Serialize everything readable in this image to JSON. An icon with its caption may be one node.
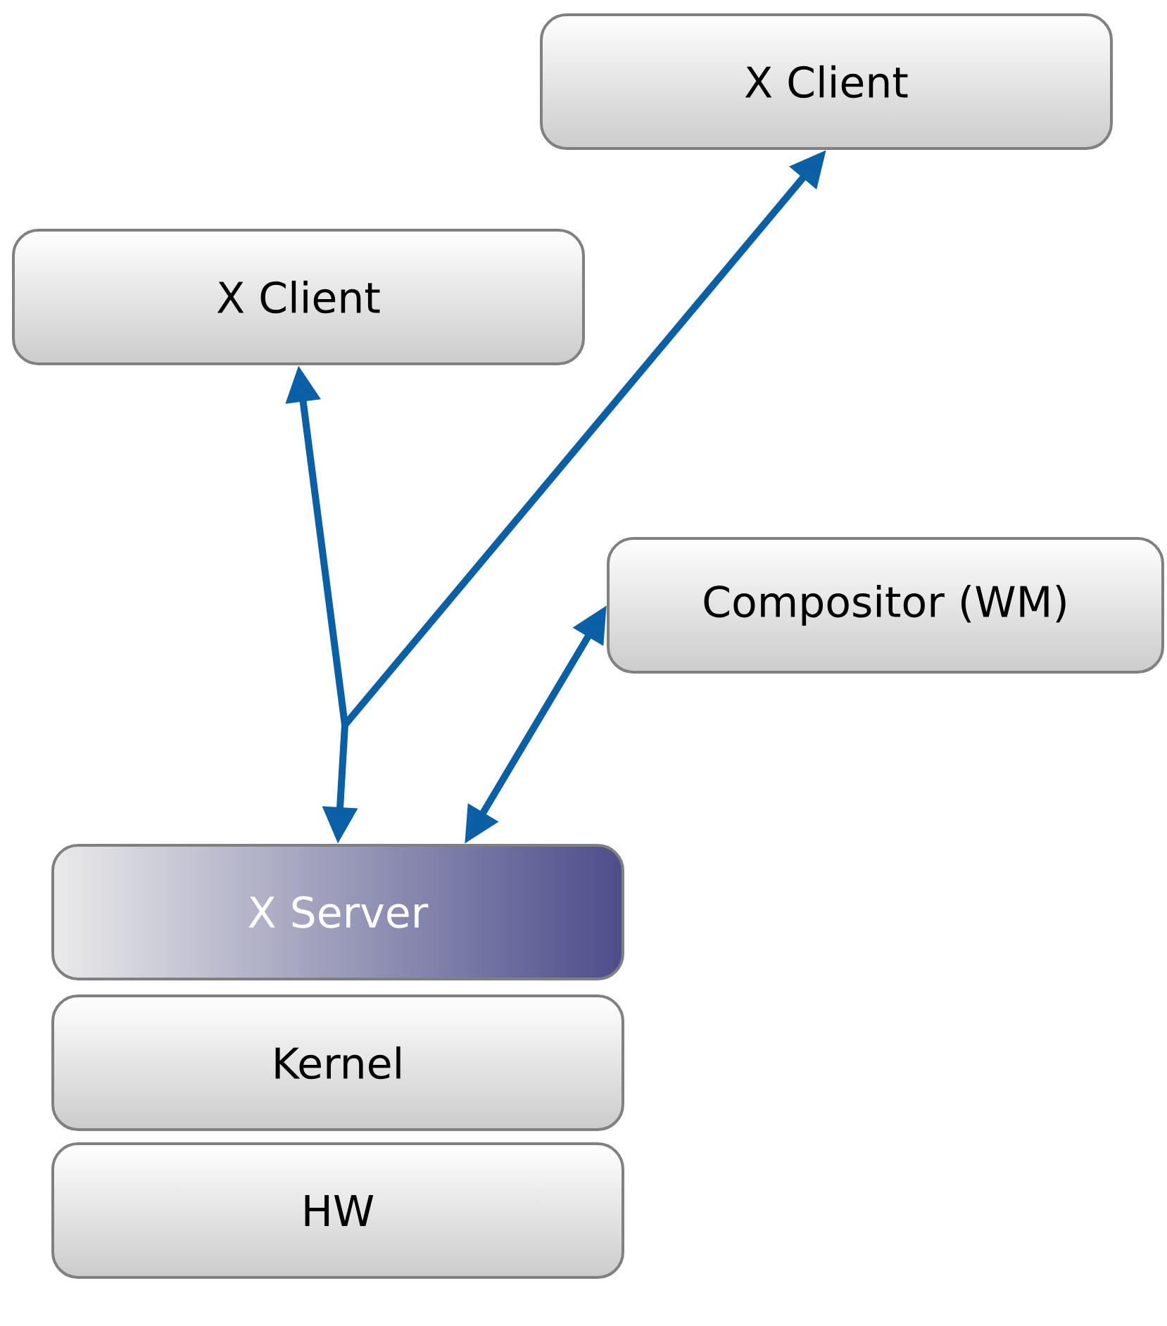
{
  "diagram": {
    "nodes": [
      {
        "text": [
          "X Client"
        ]
      },
      {
        "text": [
          "X Client"
        ]
      },
      {
        "text": [
          "Compositor (WM)"
        ]
      },
      {
        "text": [
          "X Server"
        ]
      },
      {
        "text": [
          "Kernel"
        ]
      },
      {
        "text": [
          "HW"
        ]
      }
    ],
    "edges": [
      {
        "from": 3,
        "to": 0,
        "arrow": "both"
      },
      {
        "from": 3,
        "to": 1,
        "arrow": "both"
      },
      {
        "from": 3,
        "to": 2,
        "arrow": "both"
      }
    ]
  }
}
